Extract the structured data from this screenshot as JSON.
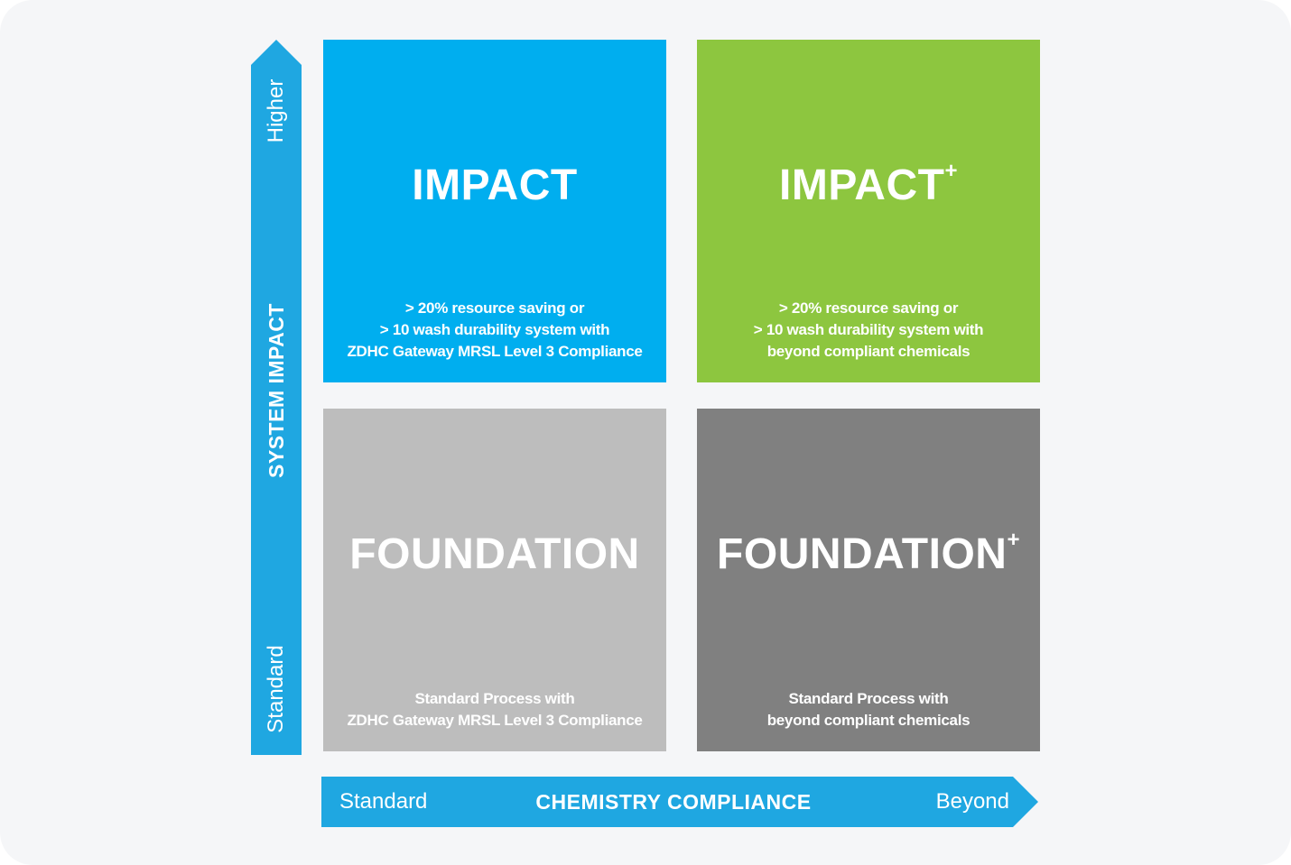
{
  "colors": {
    "axis": "#1fa7e1",
    "impact": "#00aeef",
    "impact_plus": "#8dc63f",
    "foundation": "#bdbdbd",
    "foundation_plus": "#808080",
    "background": "#f5f6f8"
  },
  "y_axis": {
    "title": "SYSTEM IMPACT",
    "high_label": "Higher",
    "low_label": "Standard"
  },
  "x_axis": {
    "title": "CHEMISTRY COMPLIANCE",
    "low_label": "Standard",
    "high_label": "Beyond"
  },
  "quadrants": {
    "impact": {
      "title": "IMPACT",
      "sup": "",
      "lines": [
        "> 20% resource saving or",
        "> 10 wash durability system with",
        "ZDHC Gateway MRSL Level 3 Compliance"
      ]
    },
    "impact_plus": {
      "title": "IMPACT",
      "sup": "+",
      "lines": [
        "> 20% resource saving or",
        "> 10 wash durability system with",
        "beyond compliant chemicals"
      ]
    },
    "foundation": {
      "title": "FOUNDATION",
      "sup": "",
      "lines": [
        "Standard Process with",
        "ZDHC Gateway MRSL Level 3 Compliance"
      ]
    },
    "foundation_plus": {
      "title": "FOUNDATION",
      "sup": "+",
      "lines": [
        "Standard Process with",
        "beyond compliant chemicals"
      ]
    }
  }
}
